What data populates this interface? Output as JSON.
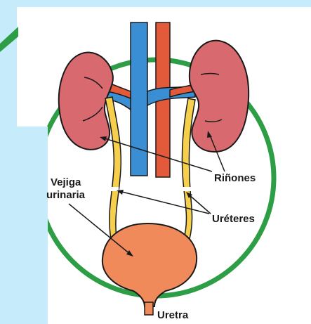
{
  "labels": {
    "kidneys": "Riñones",
    "ureters": "Uréteres",
    "bladder_line1": "Vejiga",
    "bladder_line2": "urinaria",
    "urethra": "Uretra"
  },
  "colors": {
    "background": "#c6ecfb",
    "circle": "#2e9e46",
    "kidney": "#d86a6f",
    "vein": "#3a8fd4",
    "artery": "#e25a3a",
    "ureter": "#f6d04d",
    "bladder": "#f08a5a",
    "outline": "#1a1a1a"
  }
}
